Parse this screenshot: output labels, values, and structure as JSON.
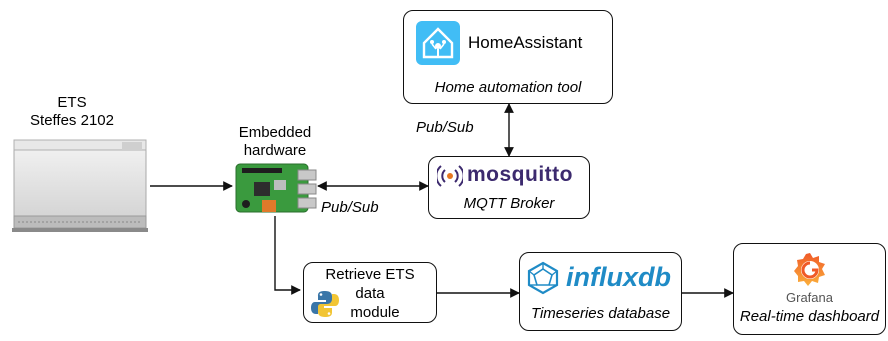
{
  "ets": {
    "line1": "ETS",
    "line2": "Steffes 2102"
  },
  "hardware": {
    "line1": "Embedded",
    "line2": "hardware"
  },
  "home_assistant": {
    "name": "HomeAssistant",
    "caption": "Home automation tool"
  },
  "mqtt": {
    "logo_text": "mosquitto",
    "caption": "MQTT Broker"
  },
  "pubsub_top": "Pub/Sub",
  "pubsub_mid": "Pub/Sub",
  "retrieve": {
    "line1": "Retrieve ETS",
    "line2": "data",
    "line3": "module"
  },
  "influx": {
    "logo_text": "influxdb",
    "caption": "Timeseries database"
  },
  "grafana": {
    "logo_text": "Grafana",
    "caption": "Real-time dashboard"
  },
  "colors": {
    "mosquitto_purple": "#3c2a6e",
    "mosquitto_orange": "#e6771f",
    "influx_blue": "#1f8bc6",
    "grafana_orange": "#f05a28",
    "ha_blue": "#41bdf5"
  }
}
